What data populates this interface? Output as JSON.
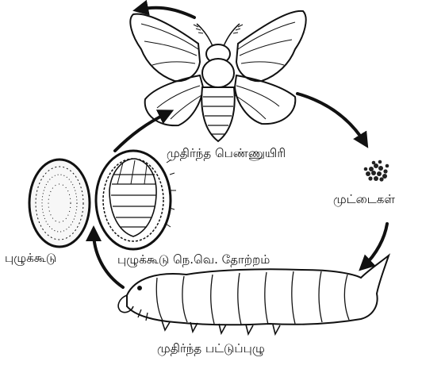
{
  "labels": {
    "adult_moth": "முதிர்ந்த பெண்ணுயிரி",
    "eggs": "முட்டைகள்",
    "cocoon": "புழுக்கூடு",
    "cocoon_section": "புழுக்கூடு நெ.வெ. தோற்றம்",
    "larva": "முதிர்ந்த பட்டுப்புழு"
  }
}
